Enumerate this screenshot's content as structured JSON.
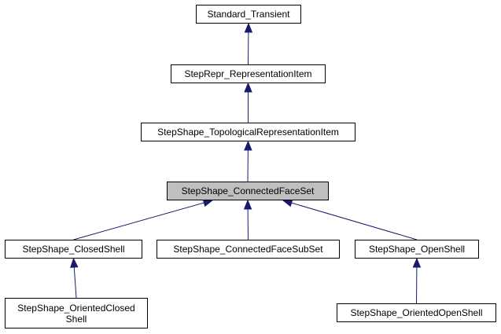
{
  "colors": {
    "edge": "#191970",
    "border": "#000000",
    "highlight_fill": "#bfbfbf",
    "fill": "#ffffff"
  },
  "nodes": {
    "standard_transient": "Standard_Transient",
    "representation_item": "StepRepr_RepresentationItem",
    "topological_item": "StepShape_TopologicalRepresentationItem",
    "connected_face_set": "StepShape_ConnectedFaceSet",
    "closed_shell": "StepShape_ClosedShell",
    "connected_face_sub_set": "StepShape_ConnectedFaceSubSet",
    "open_shell": "StepShape_OpenShell",
    "oriented_closed_shell": "StepShape_OrientedClosed\nShell",
    "oriented_open_shell": "StepShape_OrientedOpenShell"
  }
}
